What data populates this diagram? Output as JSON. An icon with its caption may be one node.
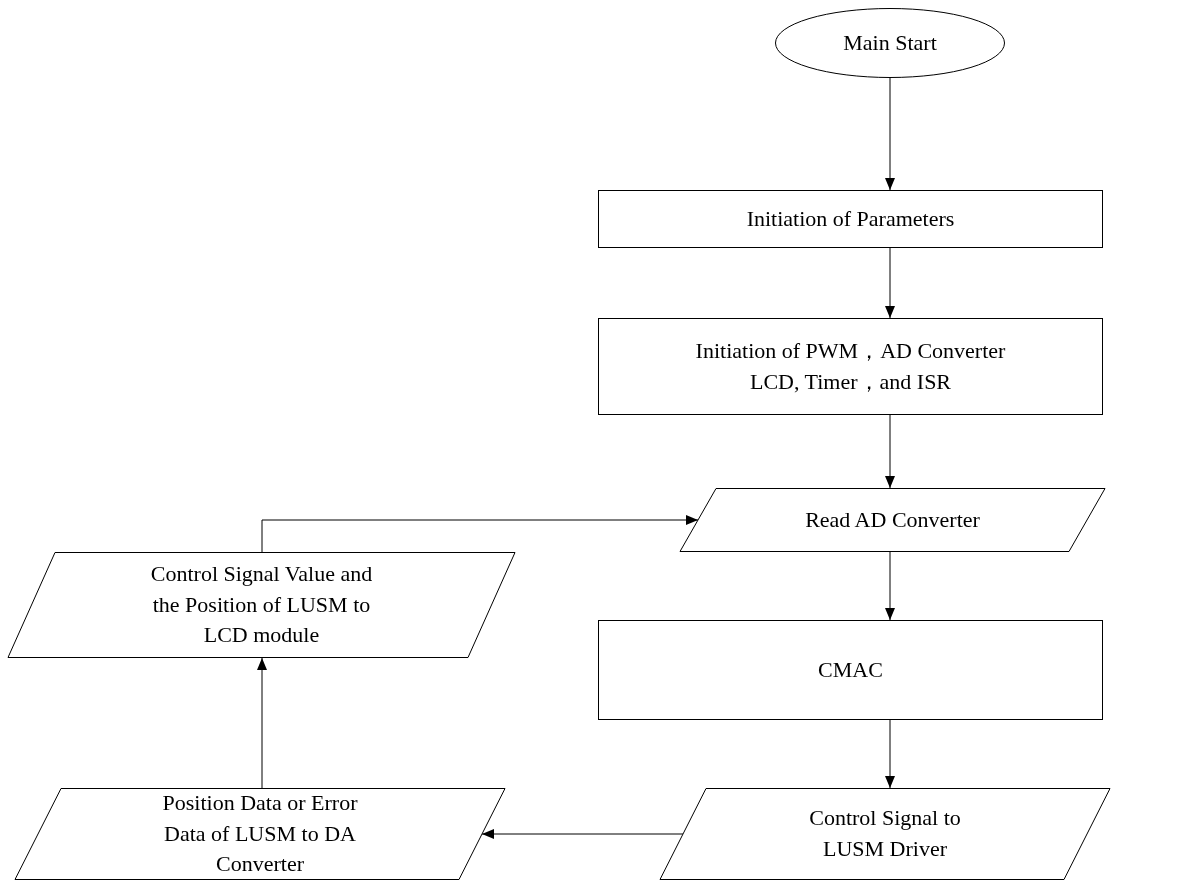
{
  "diagram": {
    "nodes": [
      {
        "text": [
          "Main Start"
        ]
      },
      {
        "text": [
          "Initiation of Parameters"
        ]
      },
      {
        "text": [
          "Initiation of PWM，AD Converter LCD, Timer，and ISR"
        ]
      },
      {
        "text": [
          "Read AD Converter"
        ]
      },
      {
        "text": [
          "CMAC"
        ]
      },
      {
        "text": [
          "Control Signal to LUSM Driver"
        ]
      },
      {
        "text": [
          "Position Data or Error Data of LUSM to DA Converter"
        ]
      },
      {
        "text": [
          "Control Signal Value and the Position of LUSM to LCD module"
        ]
      }
    ],
    "edges": [
      {
        "from": 0,
        "to": 1,
        "arrow": "to"
      },
      {
        "from": 1,
        "to": 2,
        "arrow": "to"
      },
      {
        "from": 2,
        "to": 3,
        "arrow": "to"
      },
      {
        "from": 3,
        "to": 4,
        "arrow": "to"
      },
      {
        "from": 4,
        "to": 5,
        "arrow": "to"
      },
      {
        "from": 5,
        "to": 6,
        "arrow": "to"
      },
      {
        "from": 6,
        "to": 7,
        "arrow": "to"
      },
      {
        "from": 7,
        "to": 3,
        "arrow": "to"
      }
    ]
  }
}
